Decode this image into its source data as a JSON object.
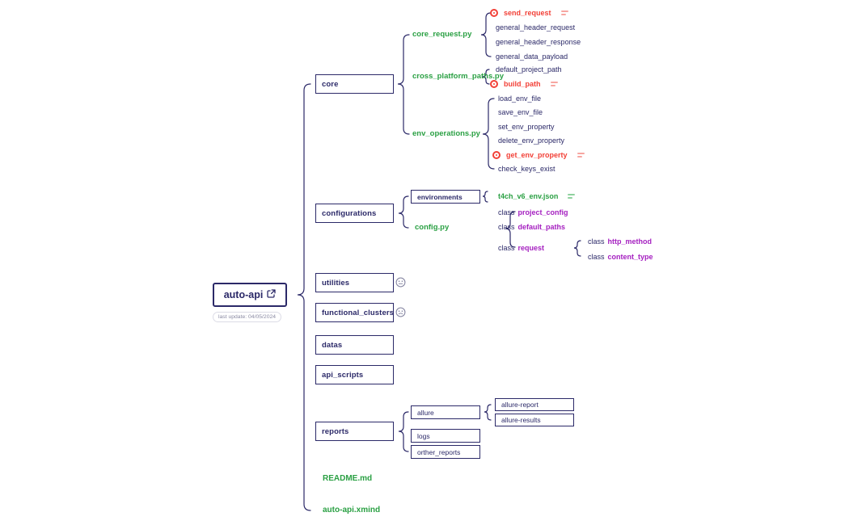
{
  "colors": {
    "navy": "#2b2968",
    "green": "#2aa043",
    "red": "#f24037",
    "purple": "#a520c0",
    "muted_gray": "#8a8aa3"
  },
  "icons": {
    "root_icon": "external-link-icon",
    "error_marker": "red-dot-icon",
    "notes": "notes-icon",
    "sticker": "emoji-sticker-icon"
  },
  "tree": {
    "root": {
      "label": "auto-api",
      "last_update": "last update: 04/05/2024"
    },
    "children": [
      {
        "label": "core",
        "children": [
          {
            "label": "core_request.py",
            "children": [
              {
                "label": "send_request",
                "status": "error",
                "has_notes": true
              },
              {
                "label": "general_header_request"
              },
              {
                "label": "general_header_response"
              },
              {
                "label": "general_data_payload"
              }
            ]
          },
          {
            "label": "cross_platform_paths.py",
            "children": [
              {
                "label": "default_project_path"
              },
              {
                "label": "build_path",
                "status": "error",
                "has_notes": true
              }
            ]
          },
          {
            "label": "env_operations.py",
            "children": [
              {
                "label": "load_env_file"
              },
              {
                "label": "save_env_file"
              },
              {
                "label": "set_env_property"
              },
              {
                "label": "delete_env_property"
              },
              {
                "label": "get_env_property",
                "status": "error",
                "has_notes": true
              },
              {
                "label": "check_keys_exist"
              }
            ]
          }
        ]
      },
      {
        "label": "configurations",
        "children": [
          {
            "label": "environments",
            "children": [
              {
                "label": "t4ch_v6_env.json",
                "has_notes": true
              }
            ]
          },
          {
            "label": "config.py",
            "children": [
              {
                "prefix": "class",
                "name": "project_config"
              },
              {
                "prefix": "class",
                "name": "default_paths"
              },
              {
                "prefix": "class",
                "name": "request",
                "children": [
                  {
                    "prefix": "class",
                    "name": "http_method"
                  },
                  {
                    "prefix": "class",
                    "name": "content_type"
                  }
                ]
              }
            ]
          }
        ]
      },
      {
        "label": "utilities",
        "sticker": "emoji"
      },
      {
        "label": "functional_clusters",
        "sticker": "emoji"
      },
      {
        "label": "datas"
      },
      {
        "label": "api_scripts"
      },
      {
        "label": "reports",
        "children": [
          {
            "label": "allure",
            "children": [
              {
                "label": "allure-report"
              },
              {
                "label": "allure-results"
              }
            ]
          },
          {
            "label": "logs"
          },
          {
            "label": "orther_reports"
          }
        ]
      },
      {
        "label": "README.md"
      },
      {
        "label": "auto-api.xmind"
      }
    ]
  }
}
